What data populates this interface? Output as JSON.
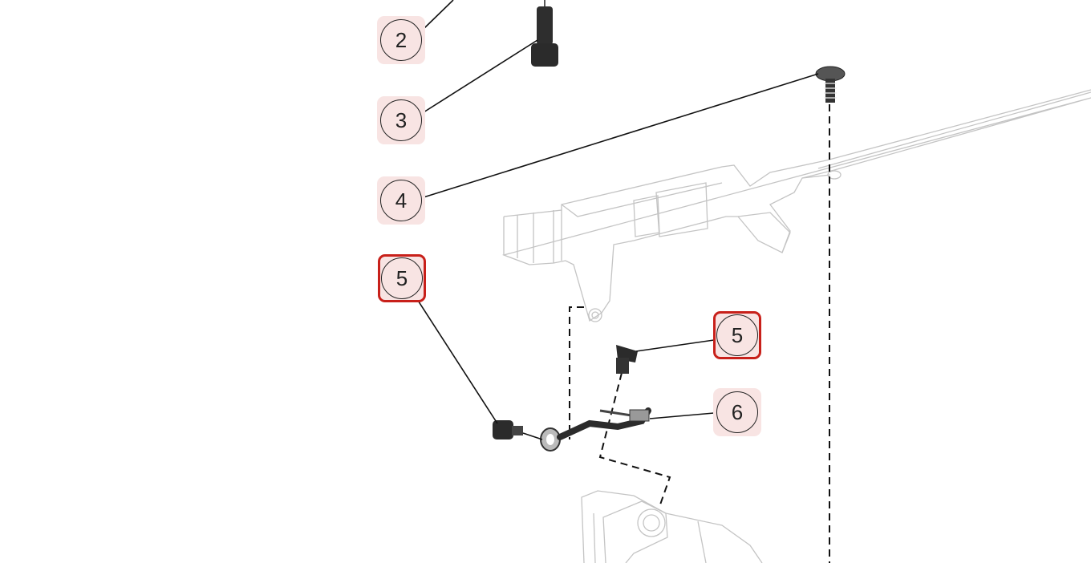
{
  "diagram": {
    "callouts": [
      {
        "label": "2",
        "highlighted": false
      },
      {
        "label": "3",
        "highlighted": false
      },
      {
        "label": "4",
        "highlighted": false
      },
      {
        "label": "5",
        "highlighted": true
      },
      {
        "label": "5",
        "highlighted": true
      },
      {
        "label": "6",
        "highlighted": false
      }
    ],
    "colors": {
      "callout_bg": "#f8e4e3",
      "highlight": "#c8201a",
      "part_dark": "#2b2b2b",
      "part_faint": "#c4c4c4"
    }
  }
}
